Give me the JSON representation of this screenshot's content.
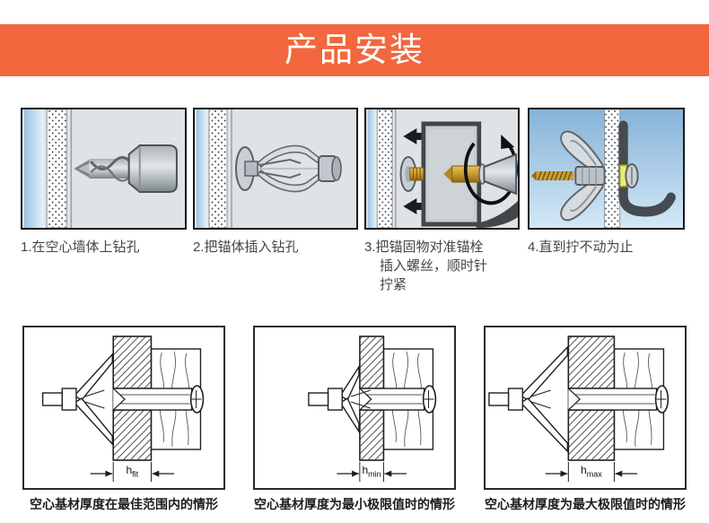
{
  "header": {
    "title": "产品安装",
    "banner_color": "#f2673d",
    "banner_text_color": "#ffffff"
  },
  "steps": [
    {
      "caption": "1.在空心墙体上钻孔",
      "icon": "drill-into-hollow-wall-illustration"
    },
    {
      "caption": "2.把锚体插入钻孔",
      "icon": "insert-anchor-into-hole-illustration"
    },
    {
      "caption": "3.把锚固物对准锚栓\n插入螺丝，顺时针\n拧紧",
      "icon": "align-fixture-insert-screw-illustration"
    },
    {
      "caption": "4.直到拧不动为止",
      "icon": "anchor-tightened-hook-illustration"
    }
  ],
  "diagrams": [
    {
      "label_prefix": "h",
      "label_sub": "fit",
      "caption": "空心基材厚度在最佳范围内的情形"
    },
    {
      "label_prefix": "h",
      "label_sub": "min",
      "caption": "空心基材厚度为最小极限值时的情形"
    },
    {
      "label_prefix": "h",
      "label_sub": "max",
      "caption": "空心基材厚度为最大极限值时的情形"
    }
  ]
}
